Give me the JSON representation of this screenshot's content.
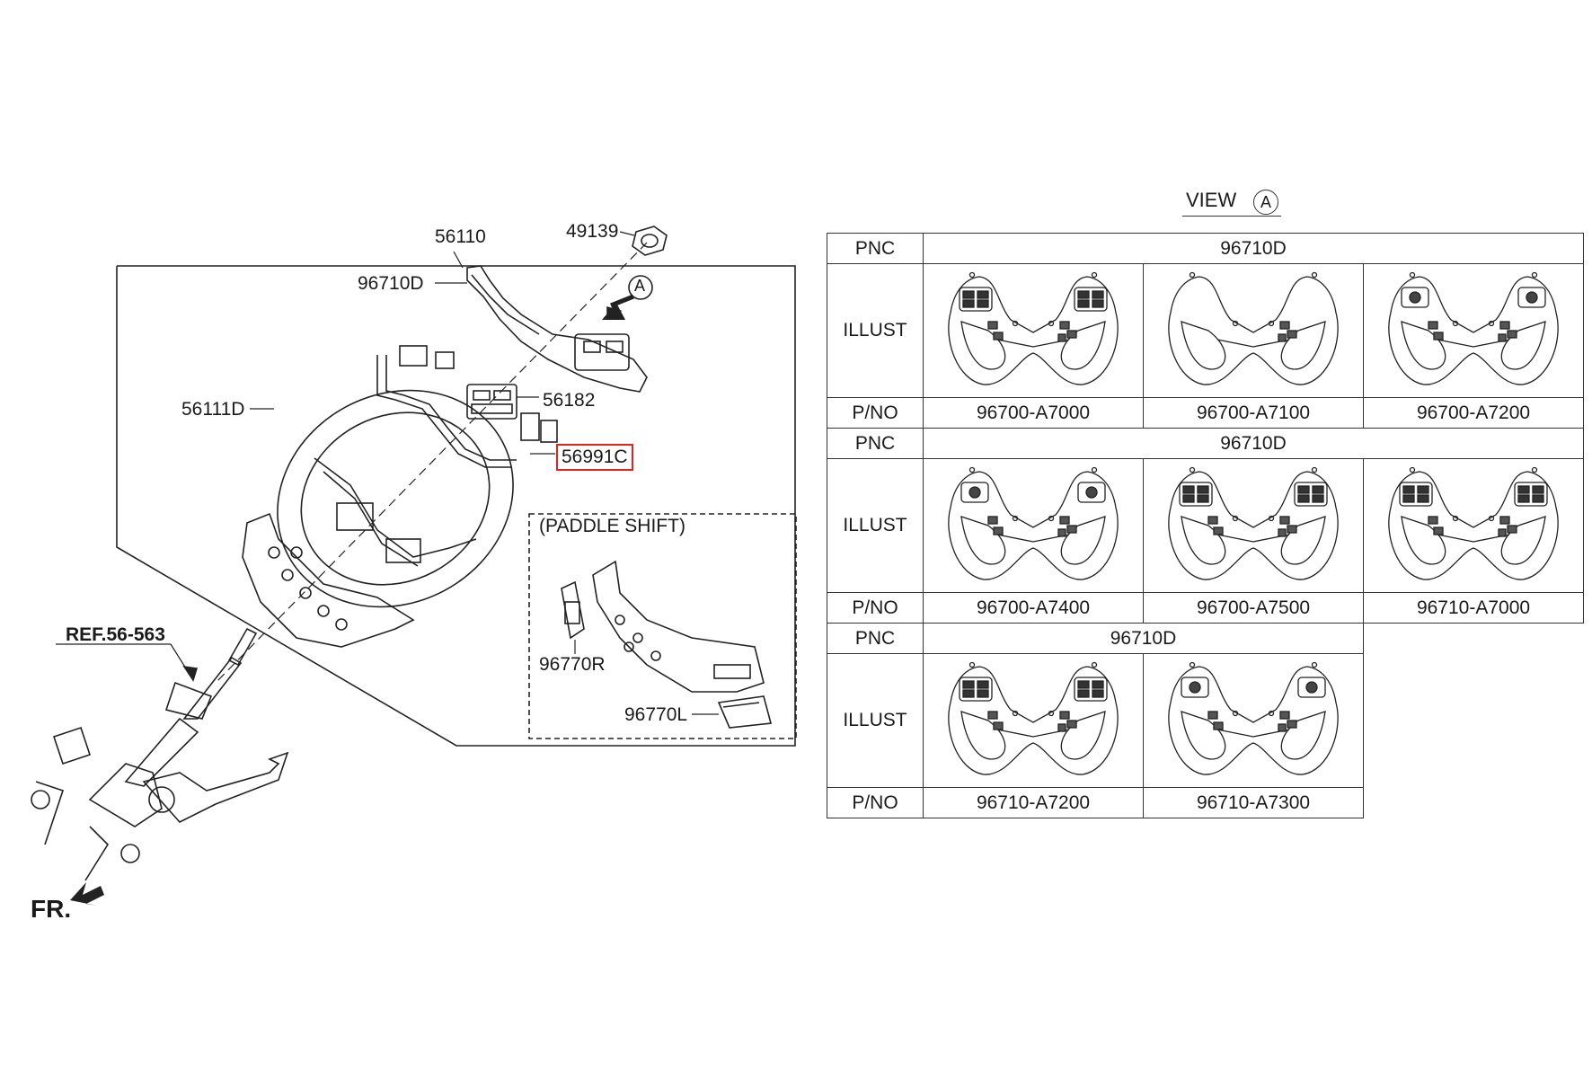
{
  "callouts": {
    "part_56110": "56110",
    "part_49139": "49139",
    "part_96710D": "96710D",
    "view_marker": "A",
    "part_56111D": "56111D",
    "part_56182": "56182",
    "part_56991C": "56991C",
    "paddle_shift": "(PADDLE SHIFT)",
    "part_96770R": "96770R",
    "part_96770L": "96770L",
    "ref": "REF.56-563",
    "front": "FR."
  },
  "view_title": "VIEW",
  "view_letter": "A",
  "highlight_color": "#e0231c",
  "table": {
    "pnc_label": "PNC",
    "illust_label": "ILLUST",
    "pno_label": "P/NO",
    "groups": [
      {
        "pnc": "96710D",
        "parts": [
          "96700-A7000",
          "96700-A7100",
          "96700-A7200"
        ]
      },
      {
        "pnc": "96710D",
        "parts": [
          "96700-A7400",
          "96700-A7500",
          "96710-A7000"
        ]
      },
      {
        "pnc": "96710D",
        "parts": [
          "96710-A7200",
          "96710-A7300"
        ]
      }
    ]
  }
}
